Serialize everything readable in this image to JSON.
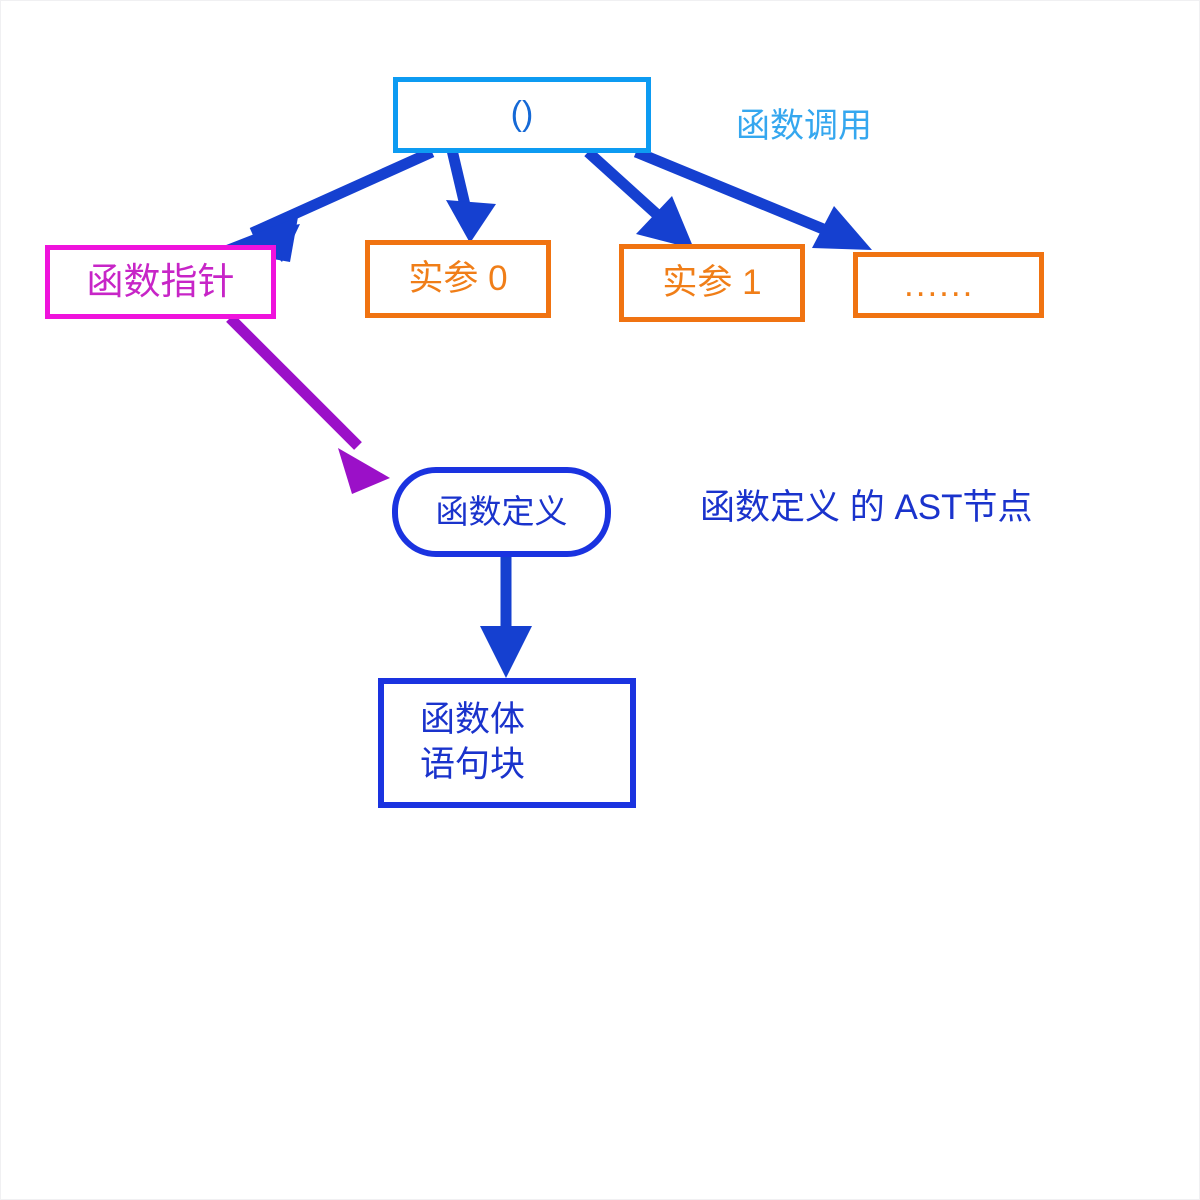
{
  "diagram": {
    "title_alt": "函数调用 AST 结构图",
    "background_color": "#ffffff",
    "colors": {
      "call_border": "#0d9bf2",
      "call_caption": "#35a7ef",
      "arrow_blue": "#1540d0",
      "fnptr_border": "#ef13dc",
      "fnptr_text": "#c725c7",
      "arg_border": "#f07311",
      "arg_text": "#f07e18",
      "purple_arrow": "#9b10c8",
      "fndef_border": "#1a33e0",
      "fndef_text": "#1a33cc"
    }
  },
  "nodes": {
    "call": {
      "label": "()"
    },
    "function_pointer": {
      "label": "函数指针"
    },
    "arg0": {
      "label": "实参 0"
    },
    "arg1": {
      "label": "实参 1"
    },
    "more_args": {
      "label": "......"
    },
    "function_definition": {
      "label": "函数定义"
    },
    "function_body": {
      "line1": "函数体",
      "line2": "语句块"
    }
  },
  "captions": {
    "call_caption": "函数调用",
    "ast_node_caption": "函数定义 的 AST节点"
  },
  "edges": [
    {
      "from": "call",
      "to": "function_pointer",
      "color": "#1540d0"
    },
    {
      "from": "call",
      "to": "arg0",
      "color": "#1540d0"
    },
    {
      "from": "call",
      "to": "arg1",
      "color": "#1540d0"
    },
    {
      "from": "call",
      "to": "more_args",
      "color": "#1540d0"
    },
    {
      "from": "function_pointer",
      "to": "function_definition",
      "color": "#9b10c8"
    },
    {
      "from": "function_definition",
      "to": "function_body",
      "color": "#1540d0"
    }
  ]
}
